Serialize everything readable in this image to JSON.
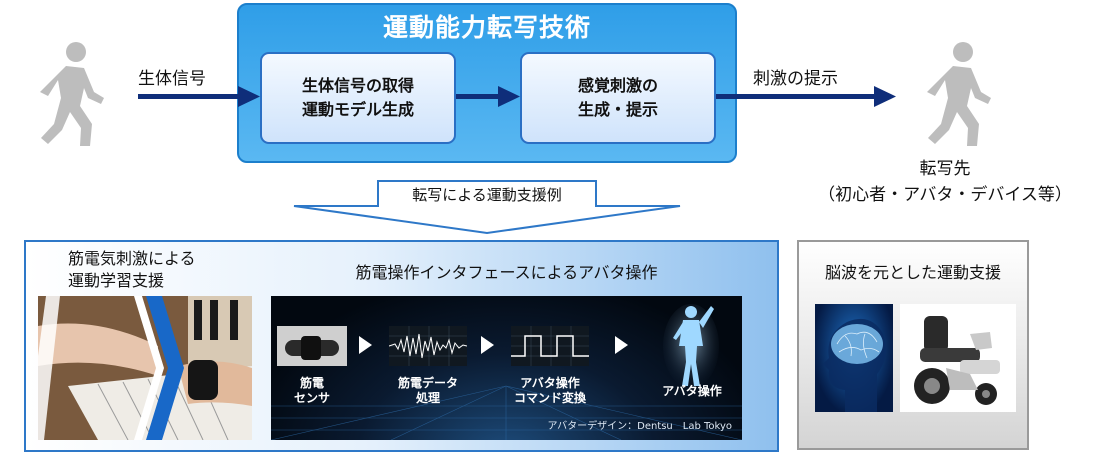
{
  "top": {
    "title": "運動能力転写技術",
    "input_label": "生体信号",
    "box1": [
      "生体信号の取得",
      "運動モデル生成"
    ],
    "box2": [
      "感覚刺激の",
      "生成・提示"
    ],
    "output_label": "刺激の提示",
    "target_lines": [
      "転写先",
      "（初心者・アバタ・デバイス等）"
    ],
    "transfer_label": "転写による運動支援例"
  },
  "panel_left": {
    "ems_caption": [
      "筋電気刺激による",
      "運動学習支援"
    ],
    "emg_title": "筋電操作インタフェースによるアバタ操作",
    "steps": [
      [
        "筋電",
        "センサ"
      ],
      [
        "筋電データ",
        "処理"
      ],
      [
        "アバタ操作",
        "コマンド変換"
      ],
      [
        "アバタ操作"
      ]
    ],
    "credit": "アバターデザイン：Dentsu　Lab Tokyo"
  },
  "panel_right": {
    "title": "脳波を元とした運動支援"
  },
  "colors": {
    "accent_blue": "#2f9ee8",
    "arrow_navy": "#0f2e7a",
    "walker_gray": "#bdbdbd"
  }
}
